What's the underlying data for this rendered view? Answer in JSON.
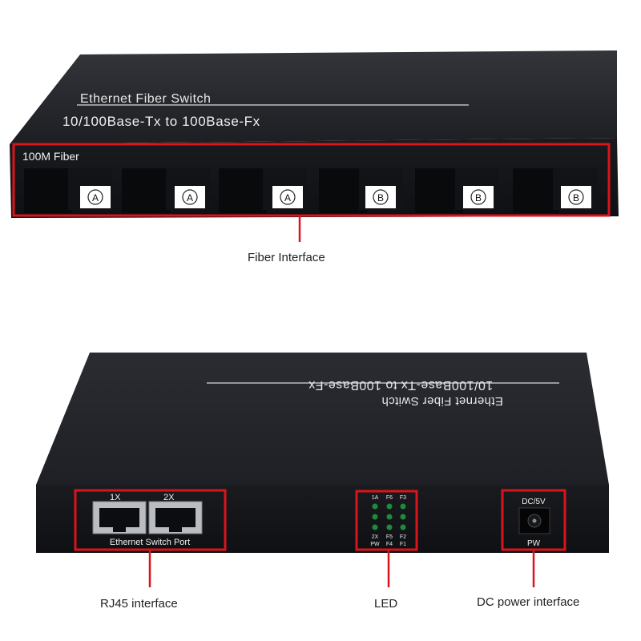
{
  "top_unit": {
    "title": "Ethernet Fiber Switch",
    "subtitle": "10/100Base-Tx to 100Base-Fx",
    "fiber_heading": "100M Fiber",
    "ports": [
      {
        "letter": "A"
      },
      {
        "letter": "A"
      },
      {
        "letter": "A"
      },
      {
        "letter": "B"
      },
      {
        "letter": "B"
      },
      {
        "letter": "B"
      }
    ]
  },
  "bottom_unit": {
    "title": "Ethernet Fiber Switch",
    "subtitle": "10/100Base-Tx to 100Base-Fx",
    "rj45_labels": [
      "1X",
      "2X"
    ],
    "rj45_caption": "Ethernet Switch Port",
    "led_top_labels": [
      "1A",
      "F6",
      "F3"
    ],
    "led_row3_labels": [
      "2X",
      "F5",
      "F2"
    ],
    "led_row4_labels": [
      "PW",
      "F4",
      "F1"
    ],
    "dc_top": "DC/5V",
    "dc_bottom": "PW"
  },
  "callouts": {
    "fiber": "Fiber Interface",
    "rj45": "RJ45 interface",
    "led": "LED",
    "dc": "DC power interface"
  },
  "colors": {
    "highlight": "#d8141c",
    "body": "#1e1e22",
    "led": "#1f8a3a"
  }
}
